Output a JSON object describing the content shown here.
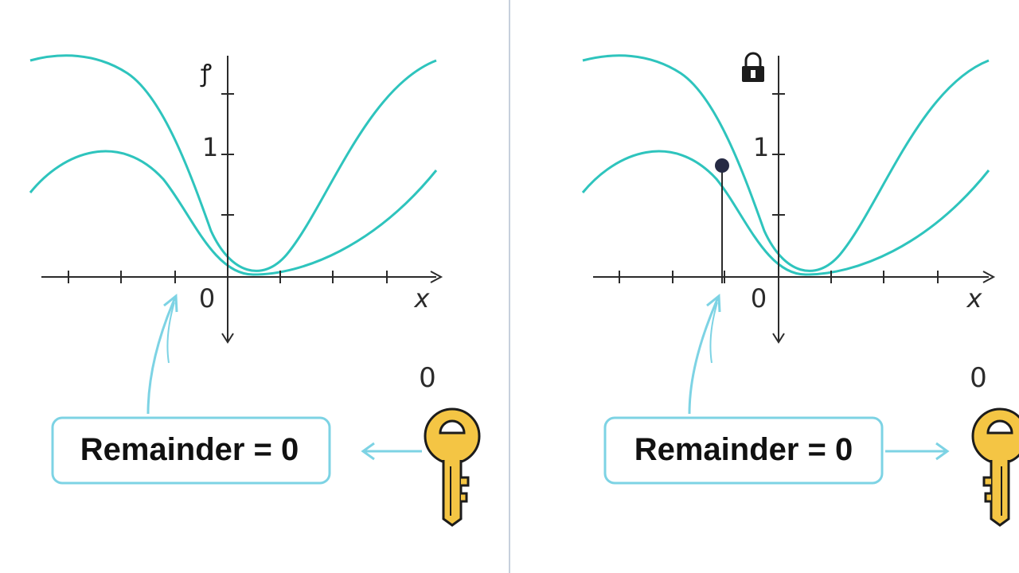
{
  "colors": {
    "curve": "#2ec4bd",
    "axis": "#2b2b2b",
    "divider": "#c7d0dc",
    "callout_border": "#7dd3e4",
    "arrow": "#7dd3e4",
    "key_fill": "#f4c544",
    "key_stroke": "#1c1c1c",
    "point": "#262a44"
  },
  "panels": [
    {
      "y_axis_symbol": "ꝭ",
      "y_tick_label": "1",
      "origin_label": "0",
      "x_axis_label": "x",
      "callout_text": "Remainder = 0",
      "key_value_label": "0",
      "top_icon": "glyph",
      "key_arrow_direction": "left",
      "marked_point": false
    },
    {
      "y_axis_symbol": "",
      "y_tick_label": "1",
      "origin_label": "0",
      "x_axis_label": "x",
      "callout_text": "Remainder = 0",
      "key_value_label": "0",
      "top_icon": "padlock-icon",
      "key_arrow_direction": "right",
      "marked_point": true
    }
  ]
}
